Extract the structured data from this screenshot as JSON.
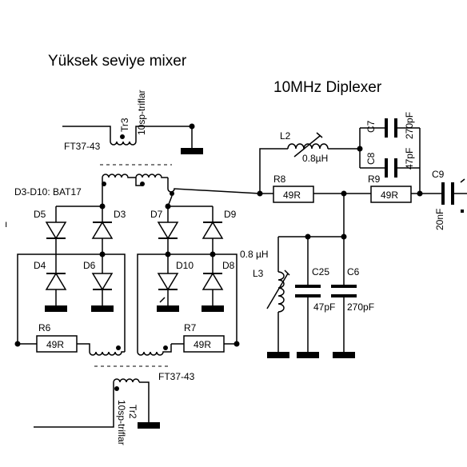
{
  "title_mixer": "Yüksek seviye mixer",
  "title_diplexer": "10MHz Diplexer",
  "tr3": {
    "name": "Tr3",
    "winding": "10sp-triflar",
    "core": "FT37-43"
  },
  "tr2": {
    "name": "Tr2",
    "winding": "10sp-triflar",
    "core": "FT37-43"
  },
  "diode_note": "D3-D10: BAT17",
  "diodes": {
    "d3": "D3",
    "d4": "D4",
    "d5": "D5",
    "d6": "D6",
    "d7": "D7",
    "d8": "D8",
    "d9": "D9",
    "d10": "D10"
  },
  "r6": {
    "name": "R6",
    "value": "49R"
  },
  "r7": {
    "name": "R7",
    "value": "49R"
  },
  "r8": {
    "name": "R8",
    "value": "49R"
  },
  "r9": {
    "name": "R9",
    "value": "49R"
  },
  "l2": {
    "name": "L2",
    "value": "0.8µH"
  },
  "l3": {
    "name": "L3",
    "value": "0.8 µH"
  },
  "c7": {
    "name": "C7",
    "value": "270pF"
  },
  "c8": {
    "name": "C8",
    "value": "47pF"
  },
  "c9": {
    "name": "C9",
    "value": "20nF"
  },
  "c25": {
    "name": "C25",
    "value": "47pF"
  },
  "c6": {
    "name": "C6",
    "value": "270pF"
  },
  "edge_mark": "ı"
}
